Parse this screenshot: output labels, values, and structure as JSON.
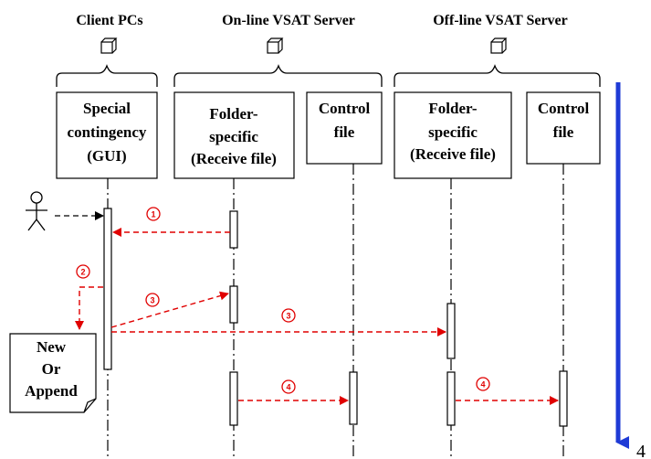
{
  "groups": {
    "client": "Client PCs",
    "online": "On-line VSAT Server",
    "offline": "Off-line VSAT Server"
  },
  "boxes": {
    "special": [
      "Special",
      "contingency",
      "(GUI)"
    ],
    "online_folder": [
      "Folder-",
      "specific",
      "(Receive file)"
    ],
    "online_control": [
      "Control",
      "file"
    ],
    "offline_folder": [
      "Folder-",
      "specific",
      "(Receive file)"
    ],
    "offline_control": [
      "Control",
      "file"
    ]
  },
  "note": [
    "New",
    "Or",
    "Append"
  ],
  "steps": {
    "s1": "1",
    "s2": "2",
    "s3a": "3",
    "s3b": "3",
    "s4a": "4",
    "s4b": "4"
  },
  "page_number": "4",
  "colors": {
    "message": "#e00000",
    "timeline": "#1f3bd6",
    "ink": "#000000"
  }
}
